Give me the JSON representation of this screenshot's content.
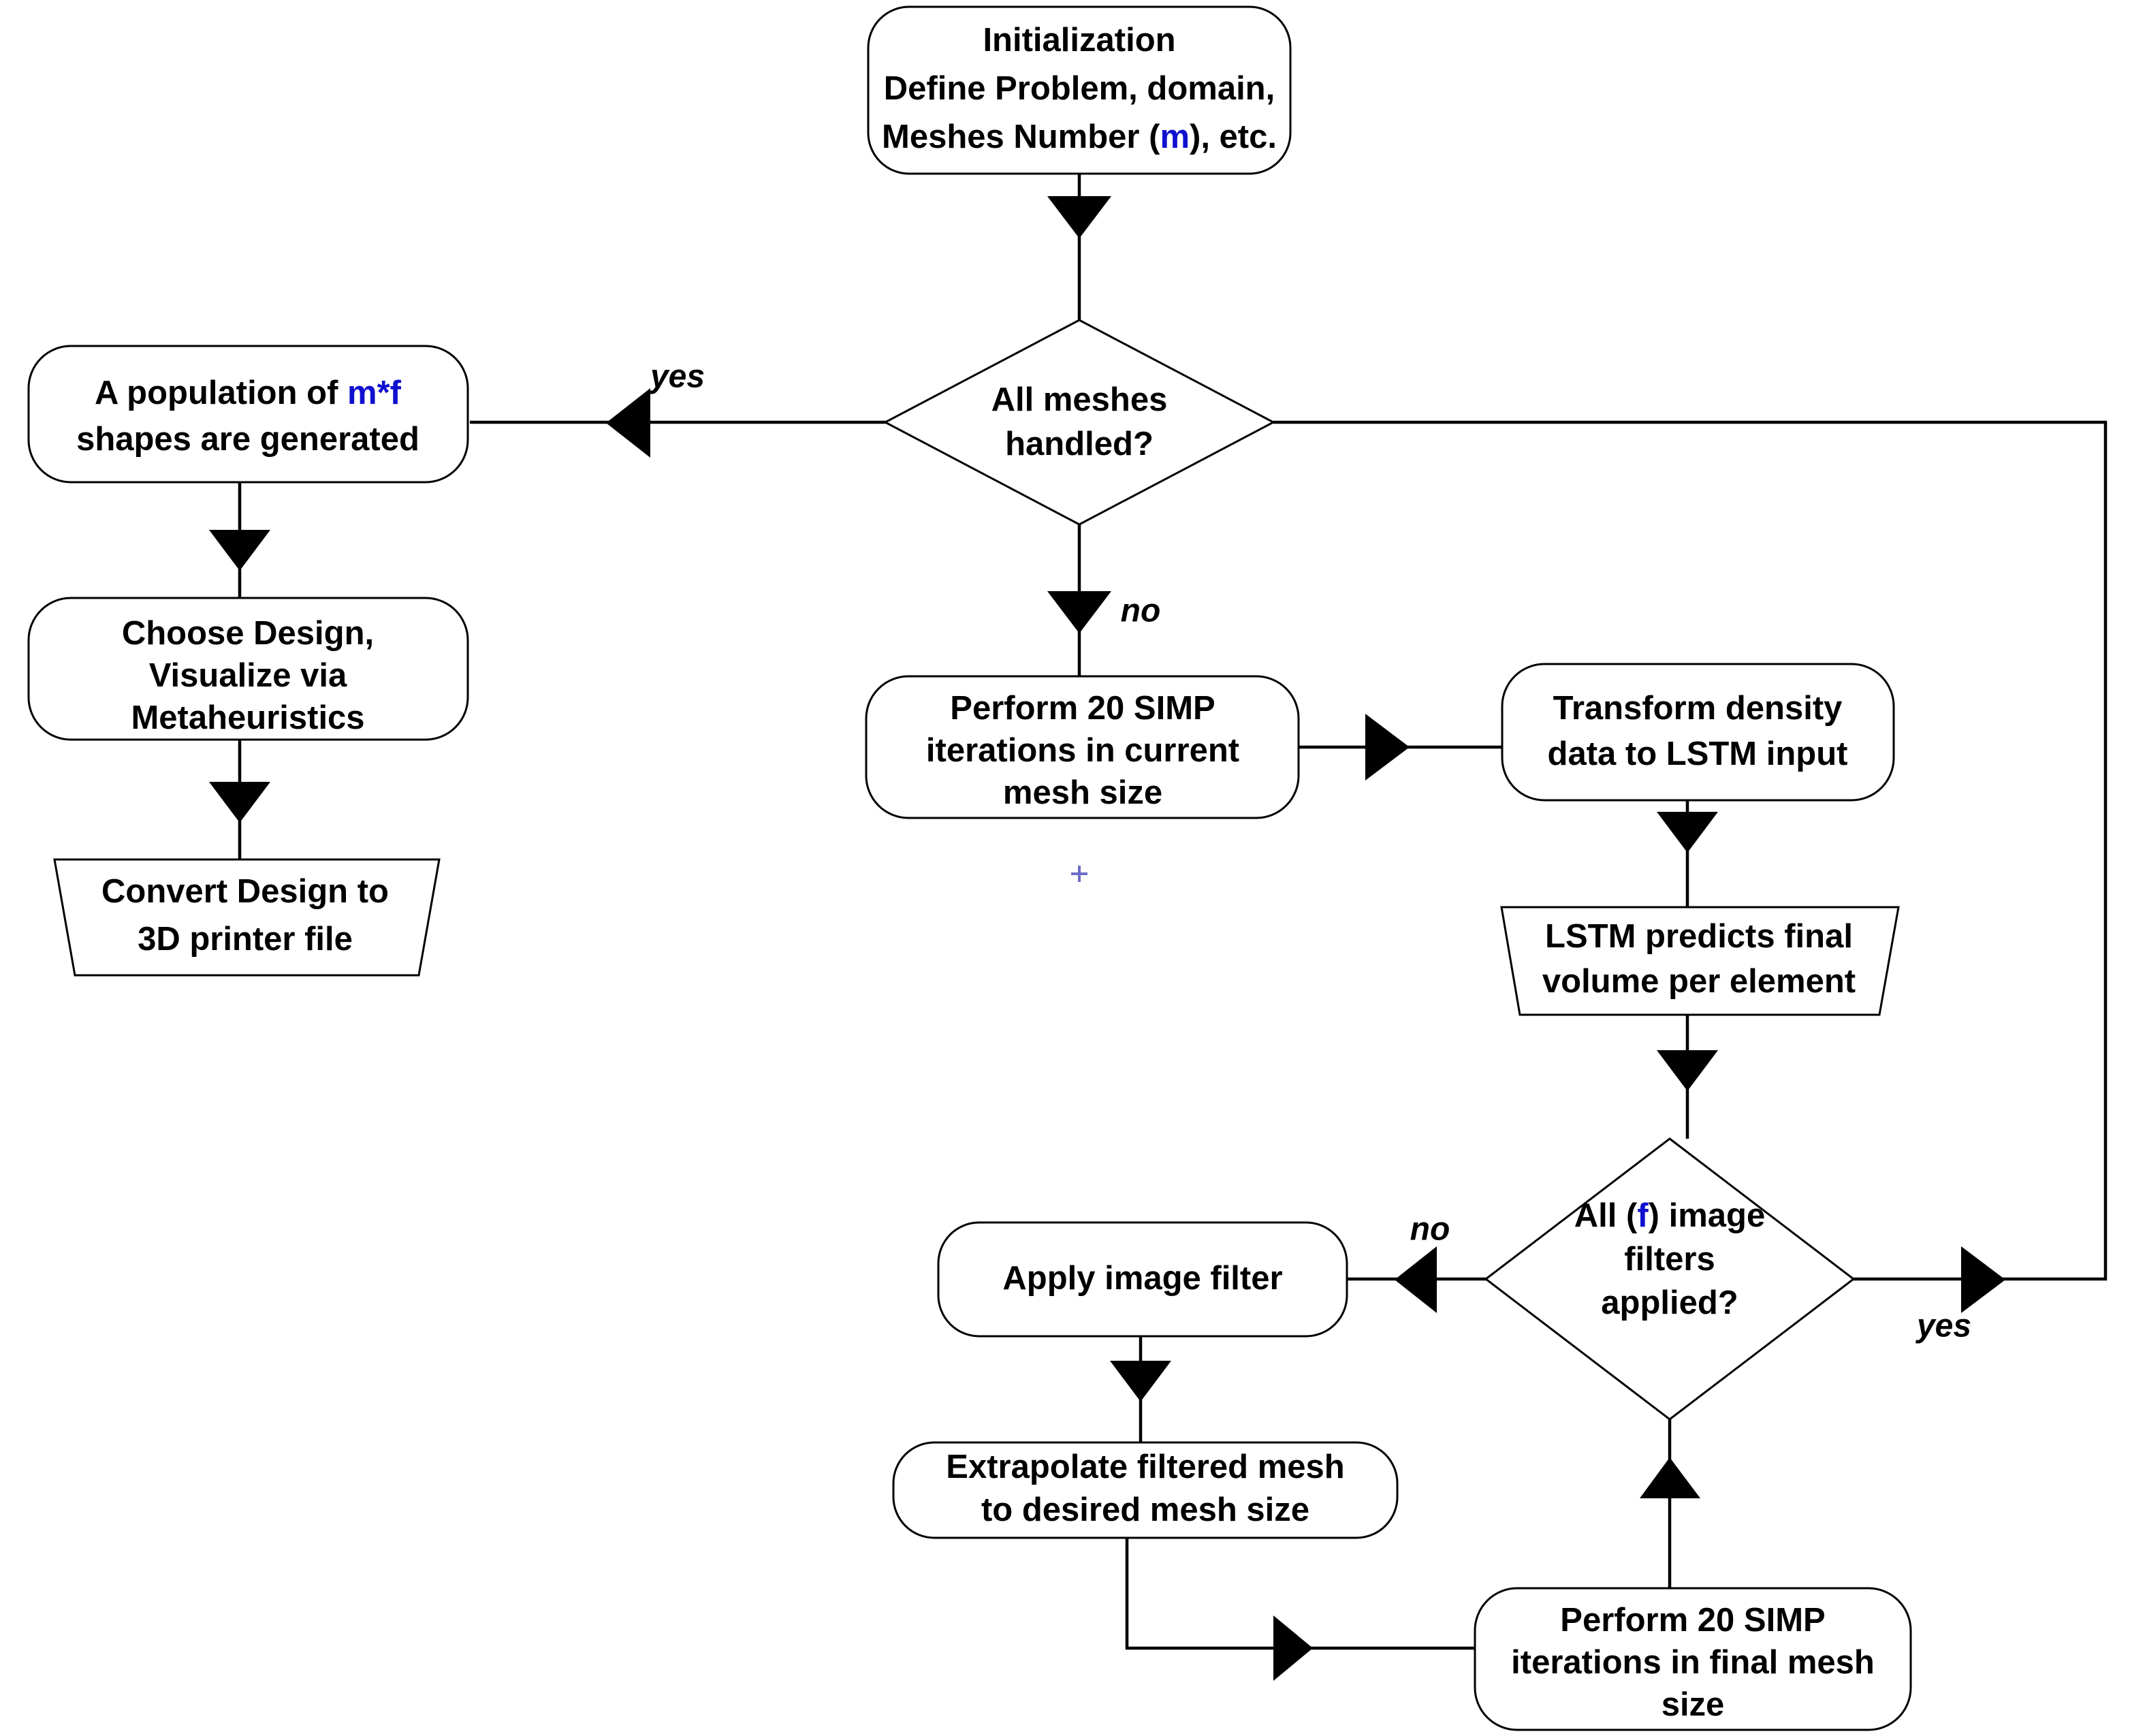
{
  "diagram": {
    "title": "Topology optimization workflow flowchart",
    "background_color": "#ffffff",
    "line_color": "#000000",
    "accent_color": "#1010d0",
    "nodes": {
      "initialization": {
        "shape": "rounded-rectangle",
        "line1": "Initialization",
        "line2": "Define Problem, domain,",
        "line3_a": "Meshes Number (",
        "line3_accent": "m",
        "line3_b": "), etc."
      },
      "all_meshes_handled": {
        "shape": "diamond",
        "line1": "All meshes",
        "line2": "handled?"
      },
      "population": {
        "shape": "rounded-rectangle",
        "line1_a": "A population of ",
        "line1_accent": "m*f",
        "line2": "shapes are generated"
      },
      "choose_design": {
        "shape": "rounded-rectangle",
        "line1": "Choose Design,",
        "line2": "Visualize via",
        "line3": "Metaheuristics"
      },
      "convert_design": {
        "shape": "trapezoid",
        "line1": "Convert Design to",
        "line2": "3D printer file"
      },
      "simp_current": {
        "shape": "rounded-rectangle",
        "line1": "Perform 20 SIMP",
        "line2": "iterations in current",
        "line3": "mesh size"
      },
      "transform_density": {
        "shape": "rounded-rectangle",
        "line1": "Transform density",
        "line2": "data to LSTM input"
      },
      "lstm_predicts": {
        "shape": "trapezoid",
        "line1": "LSTM predicts final",
        "line2": "volume per element"
      },
      "all_filters_applied": {
        "shape": "diamond",
        "line1_a": "All (",
        "line1_accent": "f",
        "line1_b": ") image",
        "line2": "filters",
        "line3": "applied?"
      },
      "apply_image_filter": {
        "shape": "rounded-rectangle",
        "line1": "Apply image filter"
      },
      "extrapolate_mesh": {
        "shape": "rounded-rectangle",
        "line1": "Extrapolate filtered mesh",
        "line2": "to desired mesh size"
      },
      "simp_final": {
        "shape": "rounded-rectangle",
        "line1": "Perform 20 SIMP",
        "line2": "iterations in final mesh",
        "line3": "size"
      }
    },
    "edge_labels": {
      "meshes_yes": "yes",
      "meshes_no": "no",
      "filters_no": "no",
      "filters_yes": "yes"
    }
  }
}
